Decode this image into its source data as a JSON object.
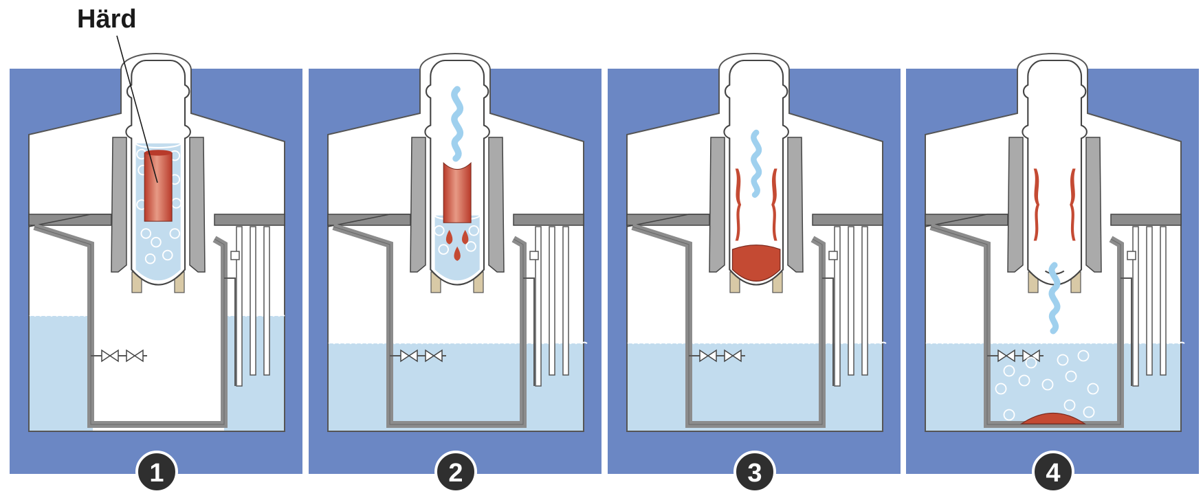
{
  "callout": {
    "label": "Härd"
  },
  "panels": [
    {
      "number": "1",
      "stage": "intact"
    },
    {
      "number": "2",
      "stage": "melting"
    },
    {
      "number": "3",
      "stage": "melt-in-vessel"
    },
    {
      "number": "4",
      "stage": "melt-in-drywell"
    }
  ],
  "colors": {
    "background": "#6b87c4",
    "building": "#ffffff",
    "wall": "#8c8c8c",
    "water": "#c2dcee",
    "core": "#c44a33",
    "steam": "#9fd0ee",
    "badge": "#2f2f2f",
    "support": "#d8c9a6"
  }
}
